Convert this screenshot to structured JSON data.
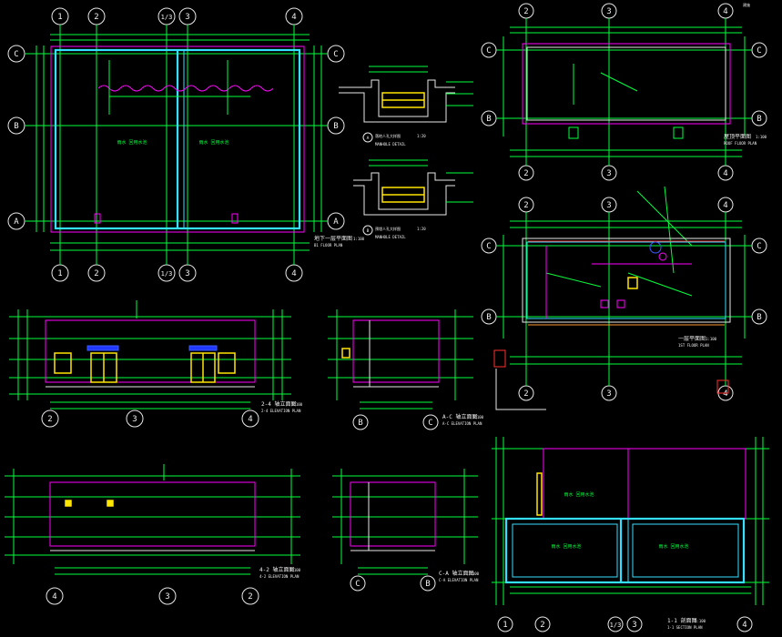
{
  "drawing": {
    "views": {
      "b1_floor_plan": {
        "title": "地下一层平面图",
        "subtitle": "B1 FLOOR PLAN",
        "scale": "1:100",
        "room_labels": [
          "雨水 回用水池",
          "雨水 回用水池"
        ]
      },
      "manhole_a": {
        "title": "落地人孔大样图",
        "subtitle": "MANHOLE DETAIL",
        "scale": "1:20",
        "axis": "A"
      },
      "manhole_b": {
        "title": "预埋人孔大样图",
        "subtitle": "MANHOLE DETAIL",
        "scale": "1:20",
        "axis": "B"
      },
      "roof_plan": {
        "title": "屋顶平面图",
        "subtitle": "ROOF FLOOR PLAN",
        "scale": "1:100"
      },
      "first_floor_plan": {
        "title": "一层平面图",
        "subtitle": "1ST FLOOR PLAN",
        "scale": "1:100"
      },
      "elev_2_4": {
        "title": "2-4 轴立面图",
        "subtitle": "2-4 ELEVATION PLAN",
        "scale": "1:100"
      },
      "elev_a_c": {
        "title": "A-C 轴立面图",
        "subtitle": "A-C ELEVATION PLAN",
        "scale": "1:100"
      },
      "elev_4_2": {
        "title": "4-2 轴立面图",
        "subtitle": "4-2 ELEVATION PLAN",
        "scale": "1:100"
      },
      "elev_c_a": {
        "title": "C-A 轴立面图",
        "subtitle": "C-A ELEVATION PLAN",
        "scale": "1:100"
      },
      "section_1_1": {
        "title": "1-1 剖面图",
        "subtitle": "1-1 SECTION PLAN",
        "scale": "1:100",
        "room_labels": [
          "雨水 回用水池",
          "雨水 回用水池"
        ]
      }
    },
    "axis_labels": {
      "b1_top": [
        "1",
        "2",
        "1/3",
        "3",
        "4"
      ],
      "b1_bottom": [
        "1",
        "2",
        "1/3",
        "3",
        "4"
      ],
      "b1_left": [
        "C",
        "B",
        "A"
      ],
      "b1_right": [
        "C",
        "B",
        "A"
      ],
      "roof_top": [
        "2",
        "3",
        "4"
      ],
      "roof_bottom": [
        "2",
        "3",
        "4"
      ],
      "roof_left": [
        "C",
        "B"
      ],
      "roof_right": [
        "C",
        "B"
      ],
      "ff_top": [
        "2",
        "3",
        "4"
      ],
      "ff_bottom": [
        "2",
        "3",
        "4"
      ],
      "ff_left": [
        "C",
        "B"
      ],
      "ff_right": [
        "C",
        "B"
      ],
      "elev_2_4_bottom": [
        "2",
        "3",
        "4"
      ],
      "elev_a_c_bottom": [
        "B",
        "C"
      ],
      "elev_4_2_bottom": [
        "4",
        "3",
        "2"
      ],
      "elev_c_a_bottom": [
        "C",
        "B"
      ],
      "section_bottom": [
        "1",
        "2",
        "1/3",
        "3",
        "4"
      ]
    },
    "corner_note": "建施"
  }
}
